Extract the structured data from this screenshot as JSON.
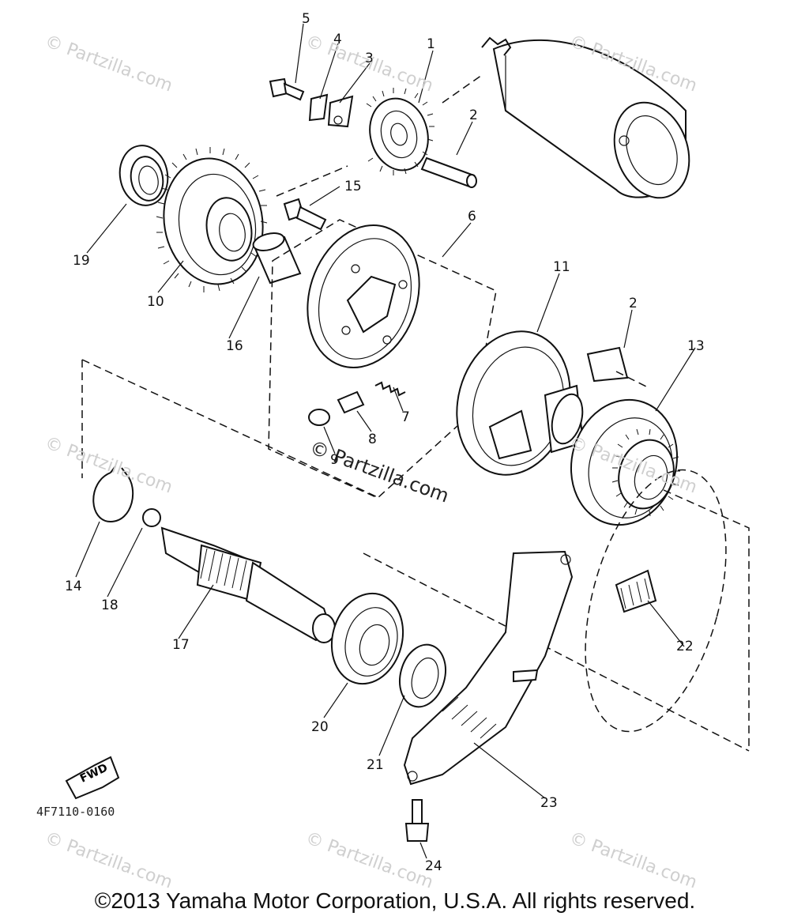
{
  "watermark": "© Partzilla.com",
  "center_watermark": "© Partzilla.com",
  "figure_code": "4F7110-0160",
  "fwd_label": "FWD",
  "copyright": "©2013 Yamaha Motor Corporation, U.S.A. All rights reserved.",
  "callouts": {
    "c1": "1",
    "c2a": "2",
    "c2b": "2",
    "c3": "3",
    "c4": "4",
    "c5": "5",
    "c6": "6",
    "c7": "7",
    "c8": "8",
    "c9": "9",
    "c10": "10",
    "c11": "11",
    "c13": "13",
    "c14": "14",
    "c15": "15",
    "c16": "16",
    "c17": "17",
    "c18": "18",
    "c19": "19",
    "c20": "20",
    "c21": "21",
    "c22": "22",
    "c23": "23",
    "c24": "24"
  }
}
